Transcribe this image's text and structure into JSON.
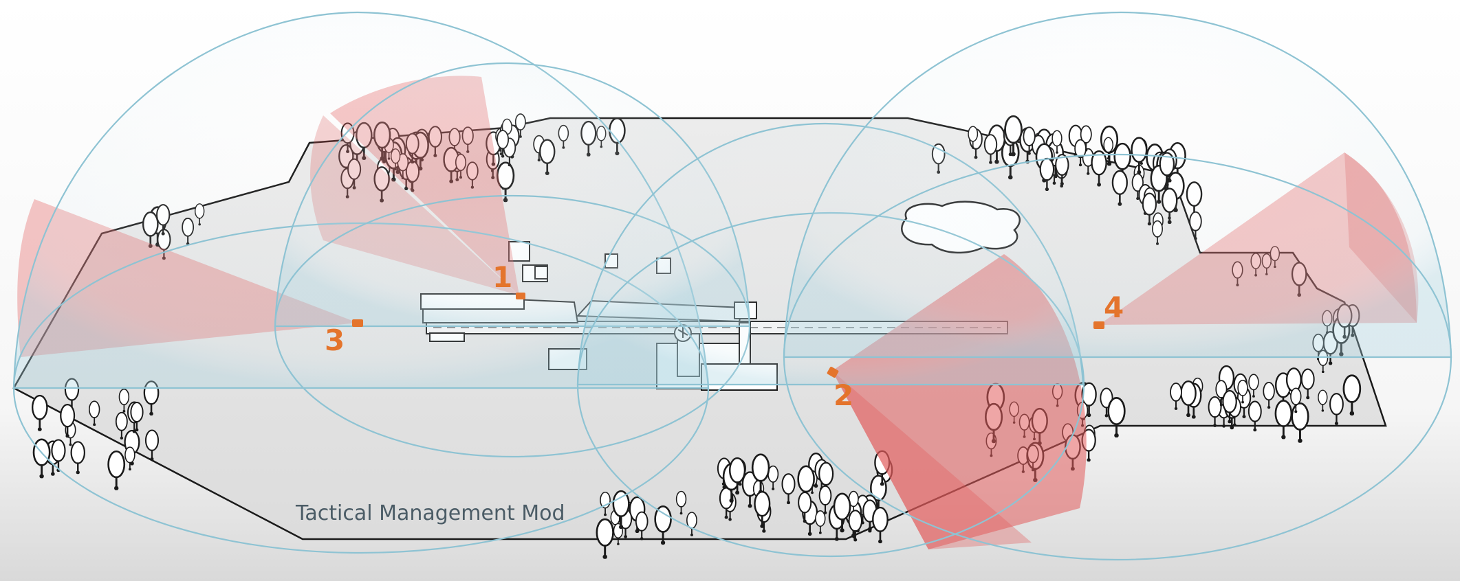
{
  "caption": "Tactical Management Mod",
  "sensors": [
    {
      "id": "1",
      "label": "1"
    },
    {
      "id": "2",
      "label": "2"
    },
    {
      "id": "3",
      "label": "3"
    },
    {
      "id": "4",
      "label": "4"
    }
  ],
  "colors": {
    "sensor_orange": "#e4742c",
    "dome_stroke": "#8ec3d3",
    "dome_fill": "#dcebf0",
    "coverage_red": "#e25c5c",
    "terrain": "#e6e6e6",
    "terrain_edge": "#1a1a1a",
    "caption_text": "#4b5c66"
  },
  "icons": [
    "tree-icon",
    "building-icon",
    "radar-icon",
    "lake-icon"
  ]
}
